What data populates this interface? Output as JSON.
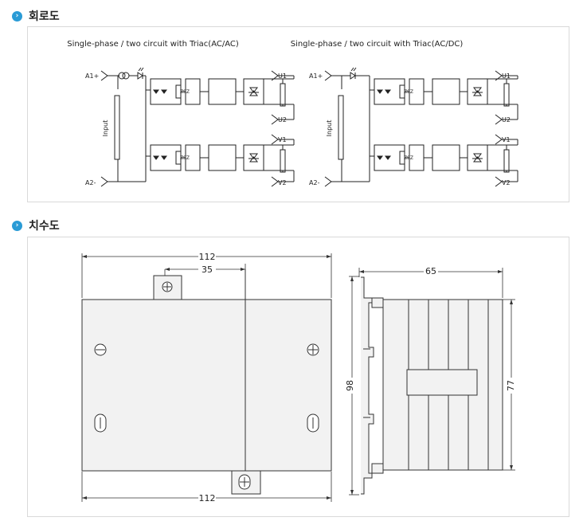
{
  "sections": [
    {
      "title": "회로도",
      "bullet": "›"
    },
    {
      "title": "치수도",
      "bullet": "›"
    }
  ],
  "circuits": [
    {
      "title": "Single-phase / two circuit  with Triac(AC/AC)",
      "input_label": "Input",
      "pos_label": "A1+",
      "neg_label": "A2-",
      "zsz": "ZSZ",
      "outputs": [
        "U1",
        "U2",
        "V1",
        "V2"
      ]
    },
    {
      "title": "Single-phase / two circuit  with Triac(AC/DC)",
      "input_label": "Input",
      "pos_label": "A1+",
      "neg_label": "A2-",
      "zsz": "ZSZ",
      "outputs": [
        "U1",
        "U2",
        "V1",
        "V2"
      ]
    }
  ],
  "dimensions": {
    "front_width_top": "112",
    "mount_offset": "35",
    "front_width_bottom": "112",
    "side_depth": "65",
    "side_height_left": "98",
    "side_height_right": "77"
  }
}
